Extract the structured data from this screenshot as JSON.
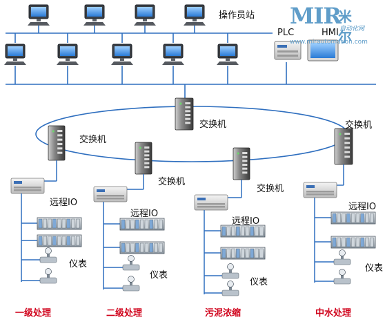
{
  "labels": {
    "operator_station": "操作员站",
    "plc": "PLC",
    "hmi": "HMI",
    "switch": "交换机",
    "remote_io": "远程IO",
    "instrument": "仪表"
  },
  "sections": [
    {
      "caption": "一级处理"
    },
    {
      "caption": "二级处理"
    },
    {
      "caption": "污泥浓缩"
    },
    {
      "caption": "中水处理"
    }
  ],
  "brand": {
    "logo": "MIR",
    "name_cn": "米尔",
    "sub": "自动化网",
    "url": "www.mirautomation.com"
  },
  "colors": {
    "network_line": "#2f6fbf",
    "caption": "#d0021b",
    "brand": "#5f9dc9"
  }
}
